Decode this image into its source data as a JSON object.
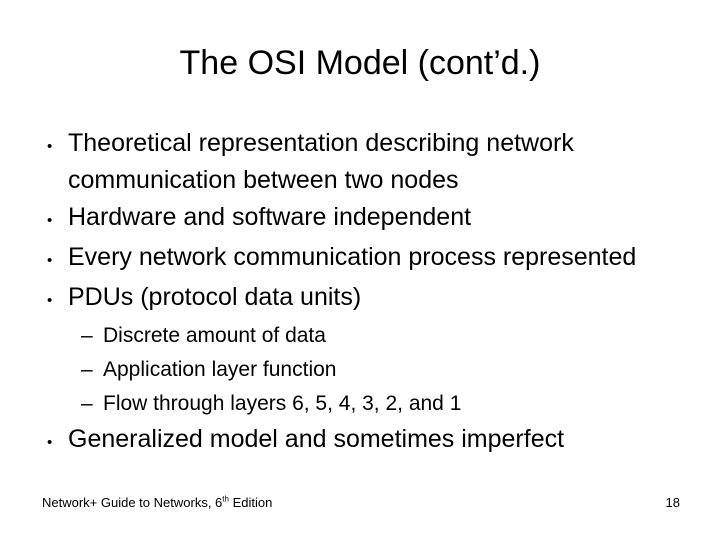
{
  "slide": {
    "title": "The OSI Model (cont’d.)",
    "bullet_char": "•",
    "sub_bullet_char": "–",
    "bullets": [
      {
        "text": "Theoretical representation describing network communication between two nodes"
      },
      {
        "text": "Hardware and software independent"
      },
      {
        "text": "Every network communication process represented"
      },
      {
        "text": "PDUs (protocol data units)"
      }
    ],
    "sub_bullets": [
      {
        "text": "Discrete amount of data"
      },
      {
        "text": "Application layer function"
      },
      {
        "text": "Flow through layers 6, 5, 4, 3, 2, and 1"
      }
    ],
    "closing_bullet": {
      "text": "Generalized model and sometimes imperfect"
    },
    "footer": {
      "book_title_prefix": "Network+ Guide to Networks, 6",
      "edition_superscript": "th",
      "book_title_suffix": " Edition",
      "page_number": "18"
    }
  }
}
